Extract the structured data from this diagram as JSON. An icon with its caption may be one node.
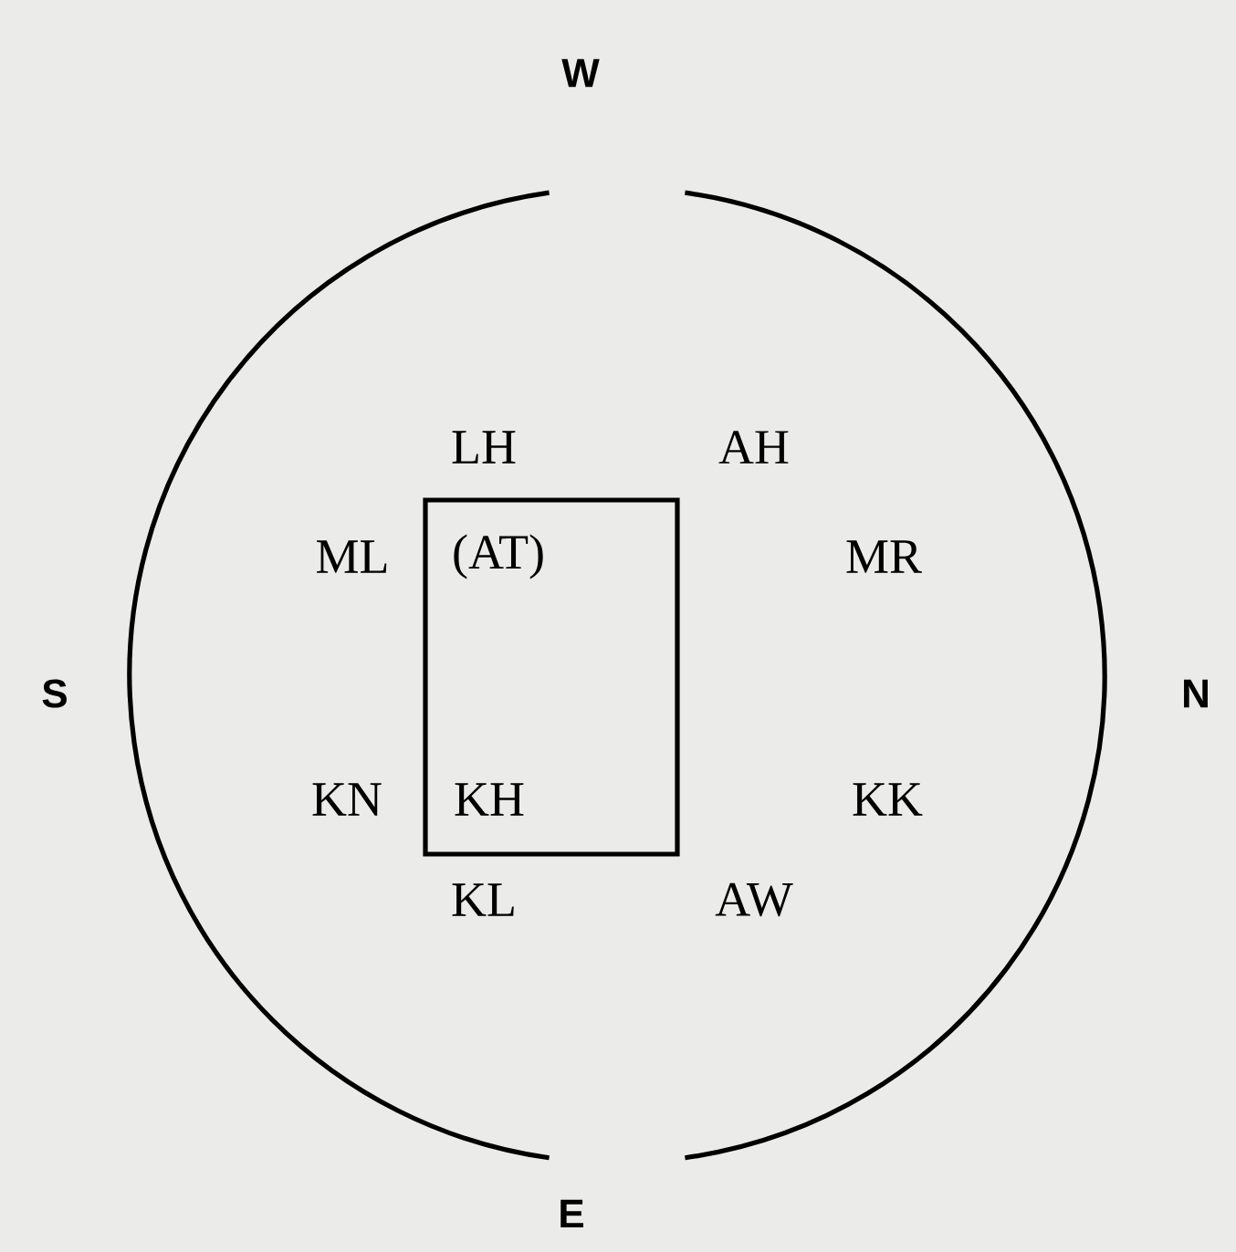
{
  "diagram": {
    "nodes": [
      {
        "text": [
          "(AT)",
          "KH"
        ]
      }
    ],
    "edges": [],
    "labels": [
      "W",
      "LH",
      "AH",
      "ML",
      "MR",
      "S",
      "N",
      "KN",
      "KK",
      "KL",
      "AW",
      "E"
    ]
  }
}
